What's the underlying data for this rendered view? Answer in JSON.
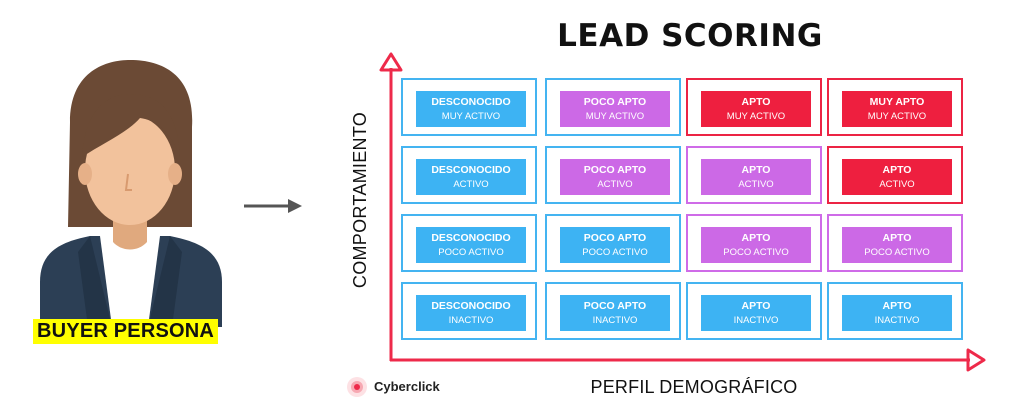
{
  "title": "LEAD SCORING",
  "persona_label": "BUYER PERSONA",
  "y_axis_label": "COMPORTAMIENTO",
  "x_axis_label": "PERFIL DEMOGRÁFICO",
  "brand": "Cyberclick",
  "colors": {
    "blue": "#3db3f3",
    "purple": "#cc69e6",
    "red": "#ee1f3f",
    "axis": "#ee2a4a"
  },
  "matrix": [
    [
      {
        "label": "DESCONOCIDO",
        "sub": "MUY ACTIVO",
        "color": "blue",
        "border": "blue"
      },
      {
        "label": "POCO APTO",
        "sub": "MUY ACTIVO",
        "color": "purple",
        "border": "blue"
      },
      {
        "label": "APTO",
        "sub": "MUY ACTIVO",
        "color": "red",
        "border": "red"
      },
      {
        "label": "MUY APTO",
        "sub": "MUY ACTIVO",
        "color": "red",
        "border": "red"
      }
    ],
    [
      {
        "label": "DESCONOCIDO",
        "sub": "ACTIVO",
        "color": "blue",
        "border": "blue"
      },
      {
        "label": "POCO APTO",
        "sub": "ACTIVO",
        "color": "purple",
        "border": "blue"
      },
      {
        "label": "APTO",
        "sub": "ACTIVO",
        "color": "purple",
        "border": "purple"
      },
      {
        "label": "APTO",
        "sub": "ACTIVO",
        "color": "red",
        "border": "red"
      }
    ],
    [
      {
        "label": "DESCONOCIDO",
        "sub": "POCO ACTIVO",
        "color": "blue",
        "border": "blue"
      },
      {
        "label": "POCO APTO",
        "sub": "POCO ACTIVO",
        "color": "blue",
        "border": "blue"
      },
      {
        "label": "APTO",
        "sub": "POCO ACTIVO",
        "color": "purple",
        "border": "purple"
      },
      {
        "label": "APTO",
        "sub": "POCO ACTIVO",
        "color": "purple",
        "border": "purple"
      }
    ],
    [
      {
        "label": "DESCONOCIDO",
        "sub": "INACTIVO",
        "color": "blue",
        "border": "blue"
      },
      {
        "label": "POCO APTO",
        "sub": "INACTIVO",
        "color": "blue",
        "border": "blue"
      },
      {
        "label": "APTO",
        "sub": "INACTIVO",
        "color": "blue",
        "border": "blue"
      },
      {
        "label": "APTO",
        "sub": "INACTIVO",
        "color": "blue",
        "border": "blue"
      }
    ]
  ]
}
